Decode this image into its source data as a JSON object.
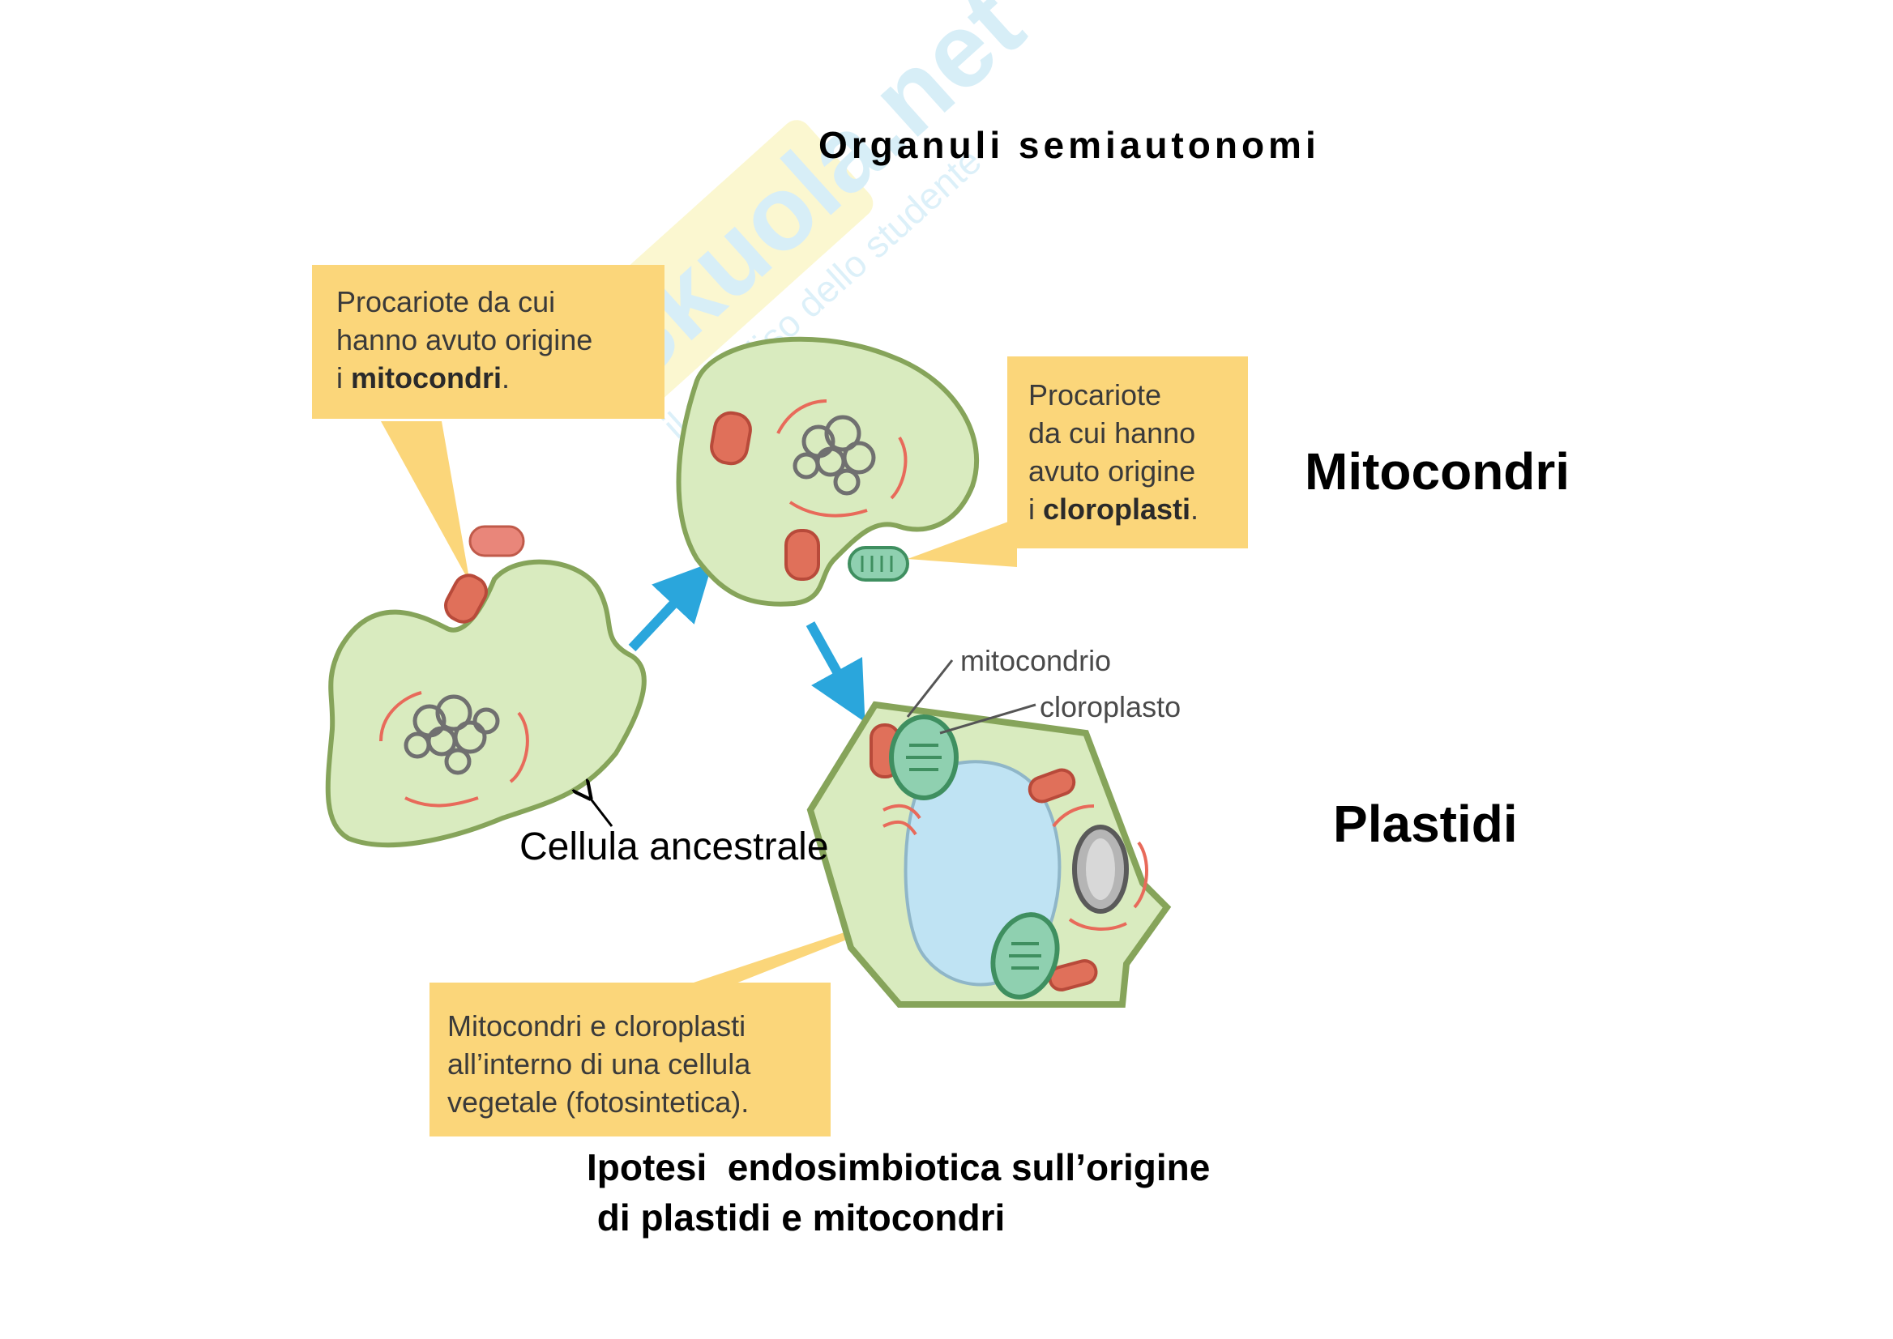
{
  "title": "Organuli semiautonomi",
  "labels": {
    "mitocondri": "Mitocondri",
    "plastidi": "Plastidi",
    "cellula_ancestrale": "Cellula ancestrale",
    "mitocondrio": "mitocondrio",
    "cloroplasto": "cloroplasto"
  },
  "callouts": {
    "mito_origin": {
      "line1": "Procariote da cui",
      "line2": "hanno avuto origine",
      "line3_prefix": "i ",
      "line3_bold": "mitocondri",
      "line3_suffix": "."
    },
    "chloro_origin": {
      "line1": "Procariote",
      "line2": "da cui hanno",
      "line3": "avuto origine",
      "line4_prefix": "i ",
      "line4_bold": "cloroplasti",
      "line4_suffix": "."
    },
    "plant_cell": {
      "line1": "Mitocondri e cloroplasti",
      "line2": "all’interno di una cellula",
      "line3": "vegetale (fotosintetica)."
    }
  },
  "caption": {
    "line1": "Ipotesi  endosimbiotica sull’origine",
    "line2": " di plastidi e mitocondri"
  },
  "watermark": {
    "brand": "Skuola.net",
    "tagline": "il paradiso dello studente"
  },
  "colors": {
    "cytoplasm": "#d9ebbf",
    "membrane": "#86a45a",
    "mitochondrion": "#e0705a",
    "chloroplast": "#3fa06e",
    "vacuole": "#bfe3f3",
    "callout": "#fbd67a",
    "arrow": "#2aa6dc"
  }
}
